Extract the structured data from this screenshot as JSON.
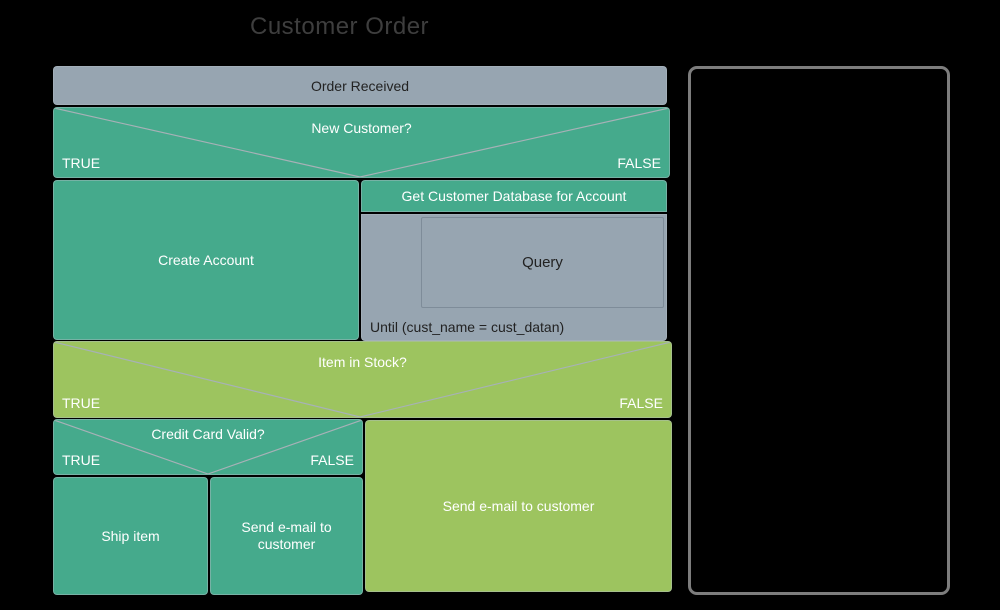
{
  "title": "Customer Order",
  "colors": {
    "background": "#000000",
    "teal": "#45aa8c",
    "green": "#9dc45f",
    "gray": "#97a5b1",
    "line": "#a7b1b7",
    "dark_text": "#222222",
    "white_text": "#ffffff",
    "title_color": "#3e3e3e",
    "panel_border": "#7d7d7d",
    "query_border": "#7e8c99"
  },
  "diagram": {
    "start": {
      "label": "Order Received"
    },
    "new_customer": {
      "question": "New Customer?",
      "true_label": "TRUE",
      "false_label": "FALSE"
    },
    "create_account": {
      "label": "Create Account"
    },
    "get_customer": {
      "label": "Get Customer Database for Account"
    },
    "query": {
      "label": "Query"
    },
    "until": {
      "label": "Until (cust_name = cust_datan)"
    },
    "item_in_stock": {
      "question": "Item in Stock?",
      "true_label": "TRUE",
      "false_label": "FALSE"
    },
    "credit_card_valid": {
      "question": "Credit Card Valid?",
      "true_label": "TRUE",
      "false_label": "FALSE"
    },
    "ship_item": {
      "label": "Ship item"
    },
    "send_email_credit": {
      "label": "Send e-mail to customer"
    },
    "send_email_stock": {
      "label": "Send e-mail to customer"
    }
  }
}
